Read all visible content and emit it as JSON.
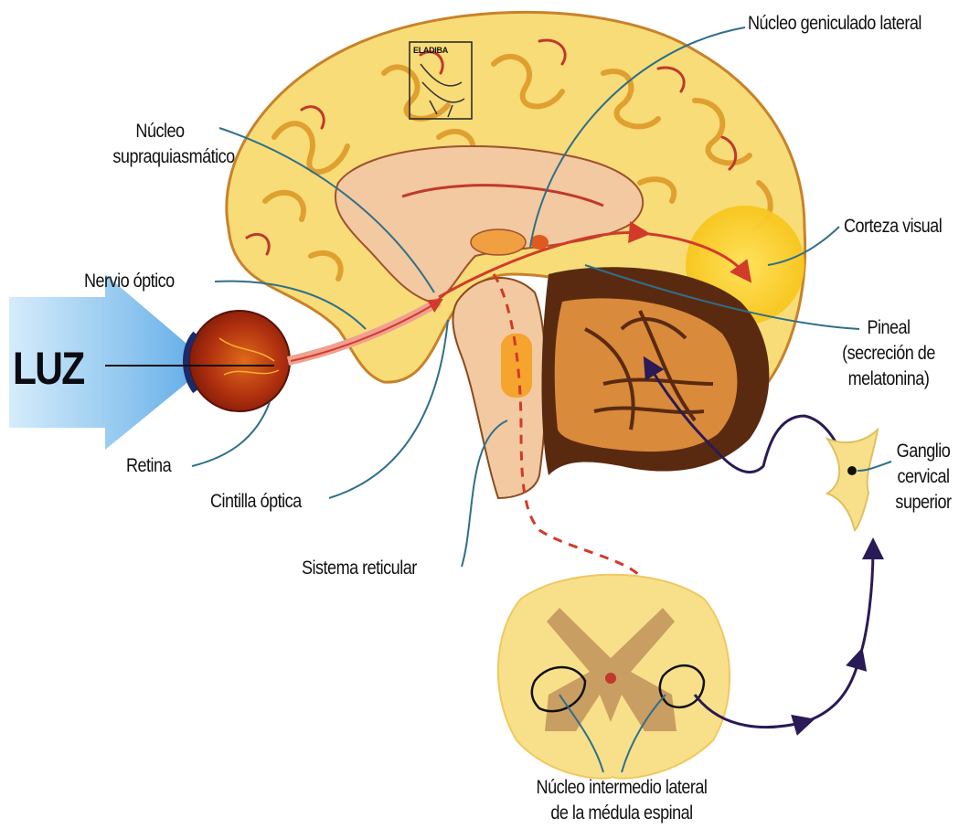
{
  "diagram": {
    "big_label": "LUZ",
    "stamp_text": "ELADIBA",
    "labels": {
      "nucleo_geniculado": "Núcleo geniculado lateral",
      "nucleo_supra_line1": "Núcleo",
      "nucleo_supra_line2": "supraquiasmático",
      "corteza_visual": "Corteza visual",
      "nervio_optico": "Nervio óptico",
      "pineal_line1": "Pineal",
      "pineal_line2": "(secreción de",
      "pineal_line3": "melatonina)",
      "retina": "Retina",
      "ganglio_line1": "Ganglio",
      "ganglio_line2": "cervical",
      "ganglio_line3": "superior",
      "cintilla_optica": "Cintilla óptica",
      "sistema_reticular": "Sistema reticular",
      "nucleo_intermedio_line1": "Núcleo intermedio lateral",
      "nucleo_intermedio_line2": "de la médula espinal"
    },
    "colors": {
      "brain_yellow": "#f7dc78",
      "brain_gyri": "#e0a030",
      "sulci_red": "#c0392b",
      "inner_tan": "#f2c9a0",
      "cerebellum_brown": "#5a2a10",
      "cerebellum_orange": "#d98a3a",
      "light_arrow_blue": "#8fc6ef",
      "eye_red": "#a0200f",
      "pathway_red": "#d23a2a",
      "nerve_purple": "#3a2060",
      "leader_line": "#2f6f8a",
      "visual_cortex": "#ffd21a",
      "spinal_yellow": "#f8e08a"
    }
  }
}
